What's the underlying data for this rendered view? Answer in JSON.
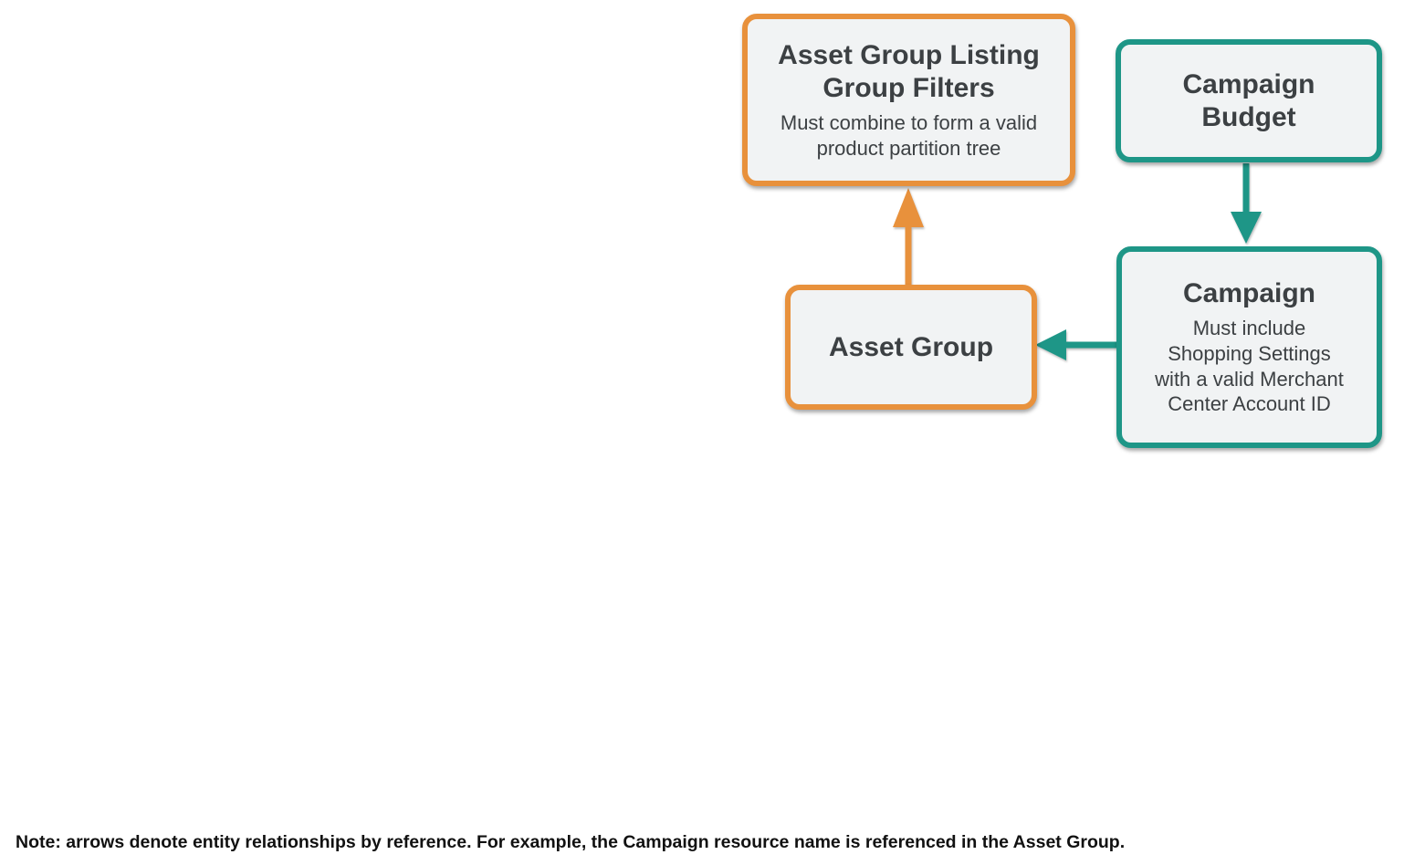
{
  "colors": {
    "orange": "#E8913C",
    "teal": "#1E9687",
    "node_fill": "#F1F3F4",
    "title_text": "#3C4043",
    "subtitle_text": "#3C4043",
    "note_text": "#111111",
    "background": "#FFFFFF"
  },
  "nodes": [
    {
      "id": "asset-group-listing-group-filters",
      "title": "Asset Group Listing\nGroup Filters",
      "subtitle": "Must combine to form a valid\nproduct partition tree",
      "accent": "orange"
    },
    {
      "id": "campaign-budget",
      "title": "Campaign\nBudget",
      "subtitle": "",
      "accent": "teal"
    },
    {
      "id": "campaign",
      "title": "Campaign",
      "subtitle": "Must include\nShopping Settings\nwith a valid Merchant\nCenter Account ID",
      "accent": "teal"
    },
    {
      "id": "asset-group",
      "title": "Asset Group",
      "subtitle": "",
      "accent": "orange"
    }
  ],
  "edges": [
    {
      "from": "asset-group",
      "to": "asset-group-listing-group-filters",
      "color": "orange",
      "direction": "up"
    },
    {
      "from": "campaign-budget",
      "to": "campaign",
      "color": "teal",
      "direction": "down"
    },
    {
      "from": "campaign",
      "to": "asset-group",
      "color": "teal",
      "direction": "left"
    }
  ],
  "note": {
    "text": "Note: arrows denote entity relationships by reference. For example, the Campaign resource name is referenced in the Asset Group."
  }
}
